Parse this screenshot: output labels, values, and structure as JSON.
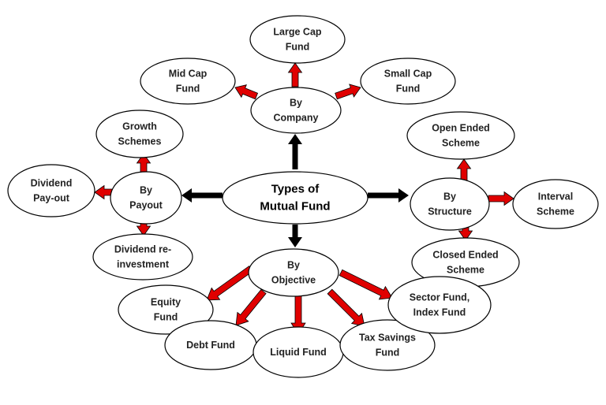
{
  "title": [
    "Types of",
    "Mutual Fund"
  ],
  "colors": {
    "red_arrow": "#e00000",
    "black_arrow": "#000000",
    "outline": "#000000",
    "node_fill": "#ffffff"
  },
  "categories": {
    "company": [
      "By",
      "Company"
    ],
    "payout": [
      "By",
      "Payout"
    ],
    "structure": [
      "By",
      "Structure"
    ],
    "objective": [
      "By",
      "Objective"
    ]
  },
  "leaves": {
    "large_cap": [
      "Large Cap",
      "Fund"
    ],
    "mid_cap": [
      "Mid Cap",
      "Fund"
    ],
    "small_cap": [
      "Small Cap",
      "Fund"
    ],
    "growth": [
      "Growth",
      "Schemes"
    ],
    "dividend_payout": [
      "Dividend",
      "Pay-out"
    ],
    "dividend_reinvest": [
      "Dividend re-",
      "investment"
    ],
    "open_ended": [
      "Open Ended",
      "Scheme"
    ],
    "interval": [
      "Interval",
      "Scheme"
    ],
    "closed_ended": [
      "Closed Ended",
      "Scheme"
    ],
    "equity": [
      "Equity",
      "Fund"
    ],
    "debt": [
      "Debt Fund"
    ],
    "liquid": [
      "Liquid Fund"
    ],
    "tax_savings": [
      "Tax Savings",
      "Fund"
    ],
    "sector_index": [
      "Sector Fund,",
      "Index Fund"
    ]
  }
}
